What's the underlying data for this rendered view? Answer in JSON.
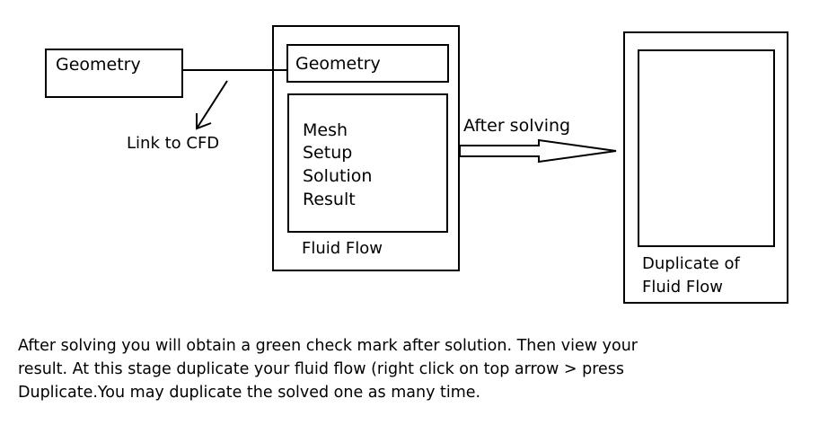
{
  "diagram": {
    "geometry_block": {
      "label": "Geometry"
    },
    "link_annotation": {
      "label": "Link to CFD"
    },
    "fluid_flow_system": {
      "geometry_cell": "Geometry",
      "cells": [
        "Mesh",
        "Setup",
        "Solution",
        "Result"
      ],
      "title": "Fluid Flow"
    },
    "arrow_label": "After solving",
    "duplicate_system": {
      "title_line1": "Duplicate of",
      "title_line2": "Fluid Flow"
    }
  },
  "note": {
    "lines": [
      "After solving you will obtain a green check mark after solution. Then view your",
      "result. At this stage duplicate your fluid flow (right click on top arrow > press",
      "Duplicate.You may duplicate the solved one as many time."
    ]
  }
}
